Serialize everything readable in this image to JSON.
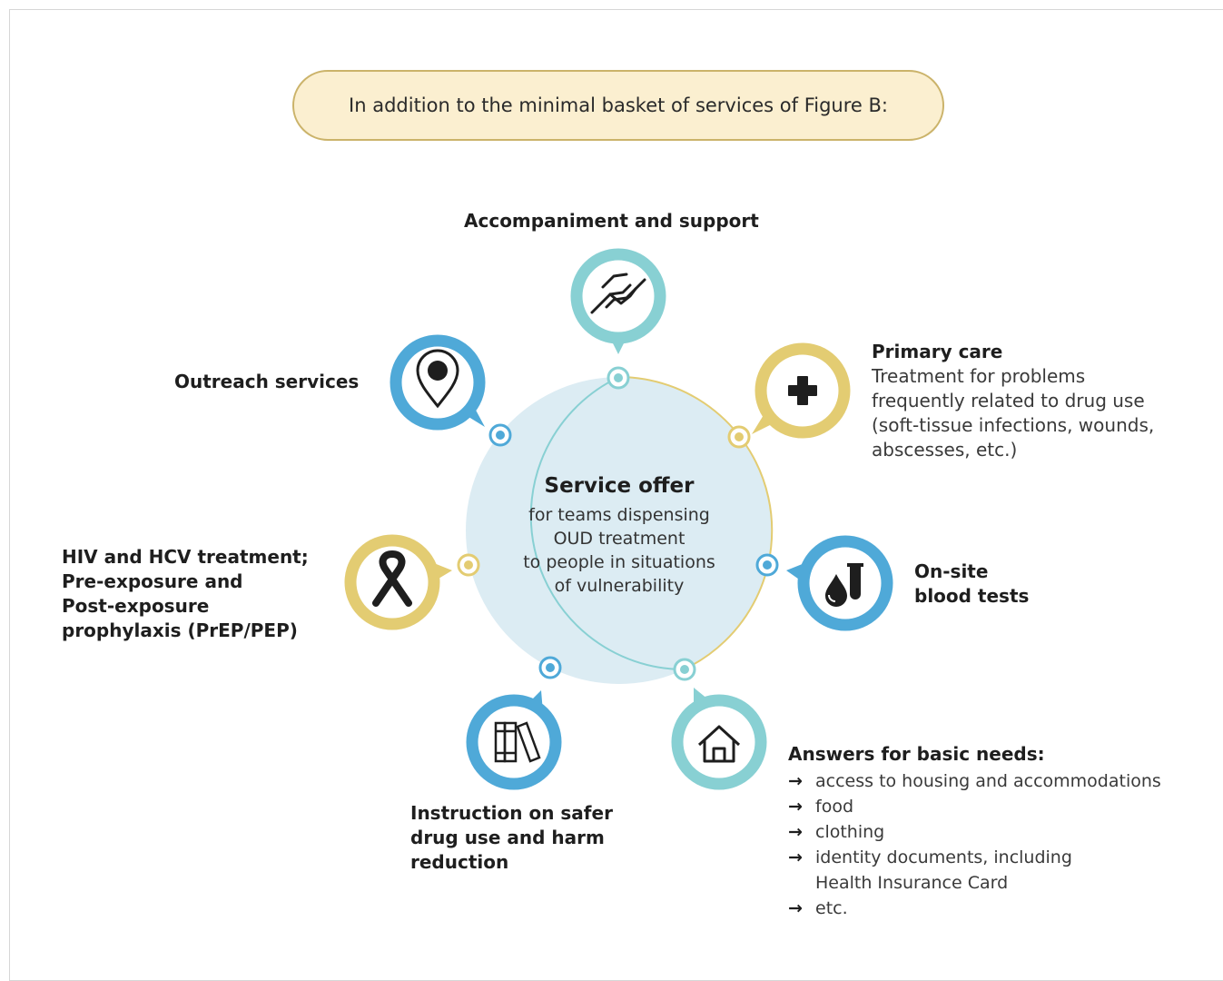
{
  "banner": "In addition to the minimal basket of services of Figure B:",
  "center": {
    "title": "Service offer",
    "lines": [
      "for teams dispensing",
      "OUD treatment",
      "to people in situations",
      "of vulnerability"
    ]
  },
  "colors": {
    "teal": "#88d0d3",
    "blue": "#4fa9d8",
    "gold": "#e3cc72",
    "circle_fill": "#dcecf3",
    "banner_fill": "#fbefd0",
    "banner_border": "#cbb36a"
  },
  "services": {
    "accompaniment": {
      "title": "Accompaniment and support",
      "icon": "handshake-icon"
    },
    "primary_care": {
      "title": "Primary care",
      "desc": [
        "Treatment for problems",
        "frequently related to drug use",
        "(soft-tissue infections, wounds,",
        "abscesses, etc.)"
      ],
      "icon": "plus-icon"
    },
    "blood_tests": {
      "title": [
        "On-site",
        "blood tests"
      ],
      "icon": "blood-test-icon"
    },
    "basic_needs": {
      "title": "Answers for basic needs:",
      "items": [
        "access to housing and accommodations",
        "food",
        "clothing",
        "identity documents, including",
        "etc."
      ],
      "item4_cont": "Health Insurance Card",
      "icon": "house-icon"
    },
    "instruction": {
      "title": [
        "Instruction on safer",
        "drug use and harm",
        "reduction"
      ],
      "icon": "books-icon"
    },
    "hiv": {
      "title": [
        "HIV and HCV treatment;",
        "Pre-exposure and",
        "Post-exposure",
        "prophylaxis (PrEP/PEP)"
      ],
      "icon": "ribbon-icon"
    },
    "outreach": {
      "title": "Outreach services",
      "icon": "location-pin-icon"
    }
  }
}
